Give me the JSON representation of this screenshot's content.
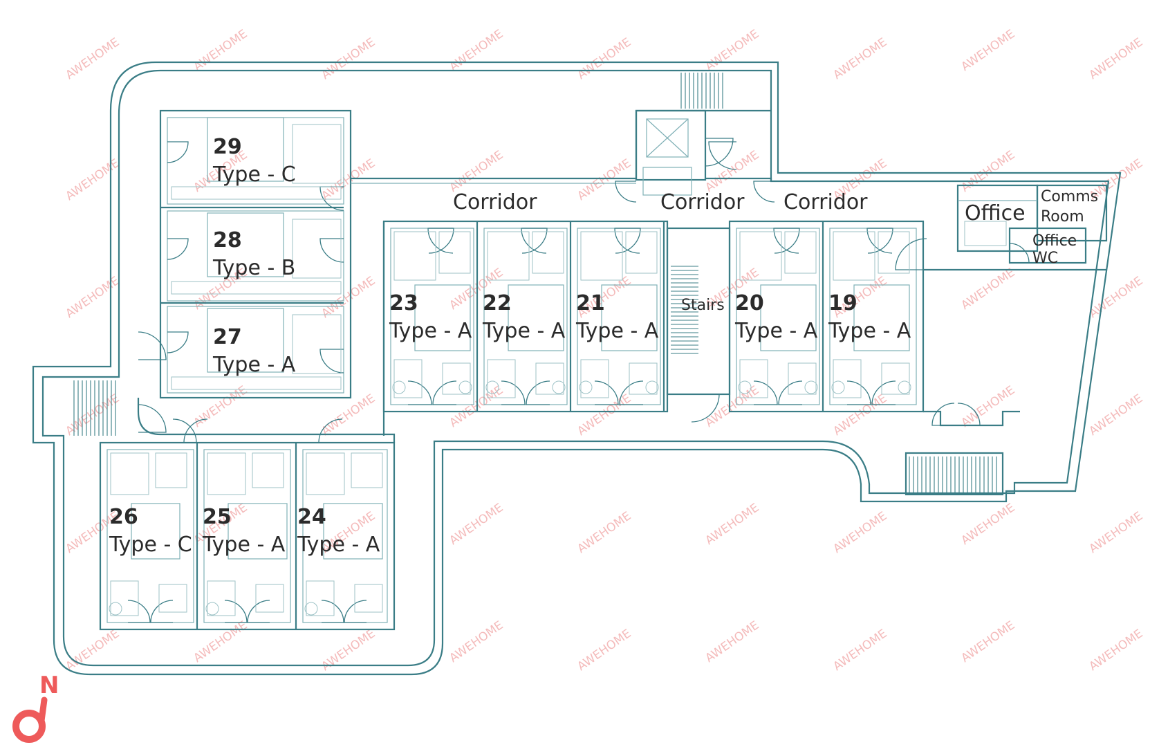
{
  "watermark": "AWEHOME",
  "compass": {
    "label": "N",
    "icon": "north-arrow-icon",
    "color": "#ee5a5a"
  },
  "colors": {
    "wall": "#3a7d86",
    "text": "#2b2b2b",
    "watermark": "#f3b0b0"
  },
  "rooms": [
    {
      "number": "29",
      "type": "Type - C"
    },
    {
      "number": "28",
      "type": "Type - B"
    },
    {
      "number": "27",
      "type": "Type - A"
    },
    {
      "number": "23",
      "type": "Type - A"
    },
    {
      "number": "22",
      "type": "Type - A"
    },
    {
      "number": "21",
      "type": "Type - A"
    },
    {
      "number": "20",
      "type": "Type - A"
    },
    {
      "number": "19",
      "type": "Type - A"
    },
    {
      "number": "26",
      "type": "Type - C"
    },
    {
      "number": "25",
      "type": "Type - A"
    },
    {
      "number": "24",
      "type": "Type - A"
    }
  ],
  "labels": {
    "corridor_1": "Corridor",
    "corridor_2": "Corridor",
    "corridor_3": "Corridor",
    "office": "Office",
    "comms_1": "Comms",
    "comms_2": "Room",
    "office_wc_1": "Office",
    "office_wc_2": "WC",
    "stairs": "Stairs"
  }
}
